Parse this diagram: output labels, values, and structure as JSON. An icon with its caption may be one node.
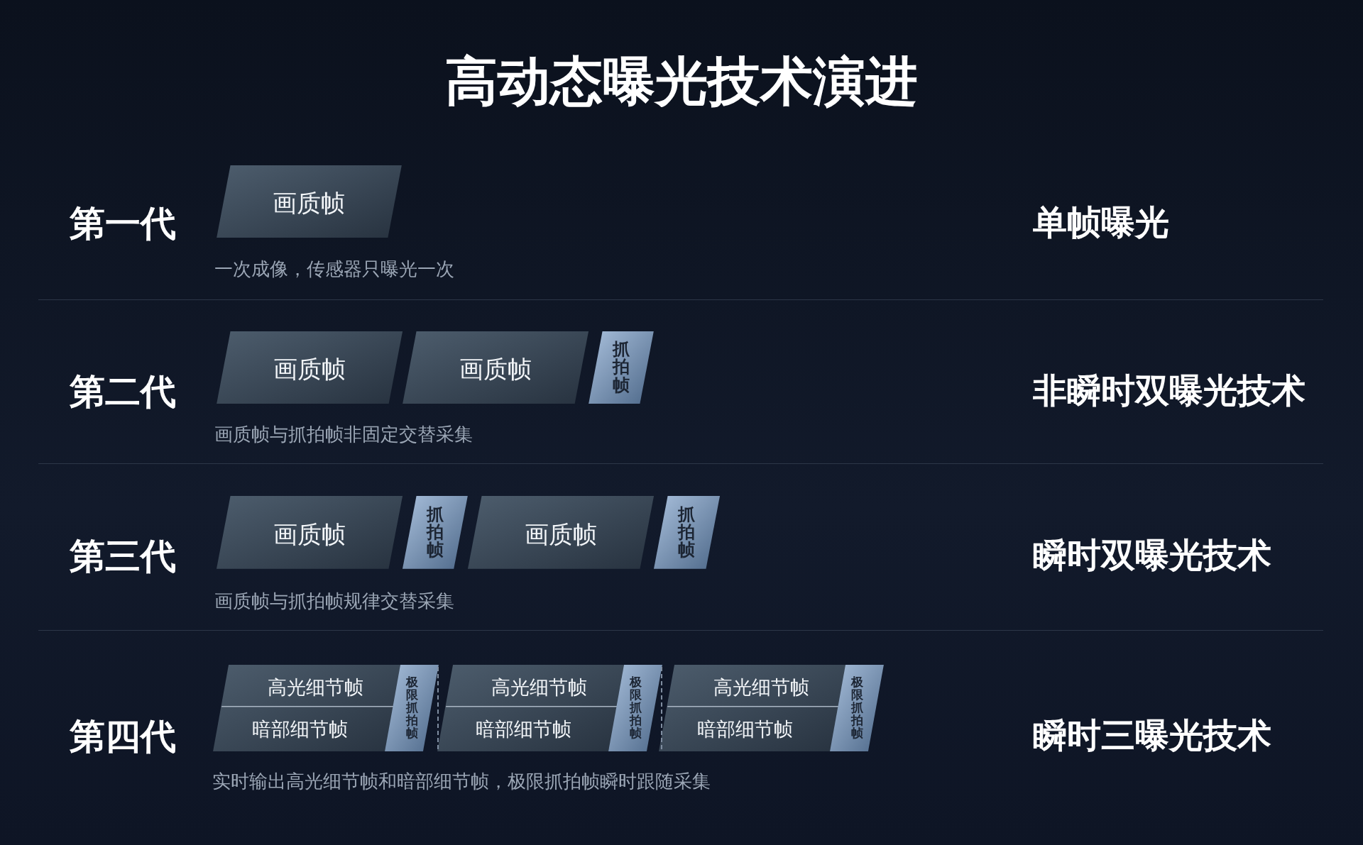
{
  "diagram": {
    "title": "高动态曝光技术演进",
    "nodes": [
      {
        "text": [
          "画质帧"
        ]
      },
      {
        "text": [
          "画质帧"
        ]
      },
      {
        "text": [
          "画质帧"
        ]
      },
      {
        "text": [
          "抓拍帧"
        ]
      },
      {
        "text": [
          "画质帧"
        ]
      },
      {
        "text": [
          "抓拍帧"
        ]
      },
      {
        "text": [
          "画质帧"
        ]
      },
      {
        "text": [
          "抓拍帧"
        ]
      },
      {
        "text": [
          "高光细节帧",
          "暗部细节帧"
        ]
      },
      {
        "text": [
          "极限抓拍帧"
        ]
      },
      {
        "text": [
          "高光细节帧",
          "暗部细节帧"
        ]
      },
      {
        "text": [
          "极限抓拍帧"
        ]
      },
      {
        "text": [
          "高光细节帧",
          "暗部细节帧"
        ]
      },
      {
        "text": [
          "极限抓拍帧"
        ]
      }
    ],
    "labels": [
      "第一代",
      "单帧曝光",
      "一次成像，传感器只曝光一次",
      "第二代",
      "非瞬时双曝光技术",
      "画质帧与抓拍帧非固定交替采集",
      "第三代",
      "瞬时双曝光技术",
      "画质帧与抓拍帧规律交替采集",
      "第四代",
      "瞬时三曝光技术",
      "实时输出高光细节帧和暗部细节帧，极限抓拍帧瞬时跟随采集"
    ]
  }
}
